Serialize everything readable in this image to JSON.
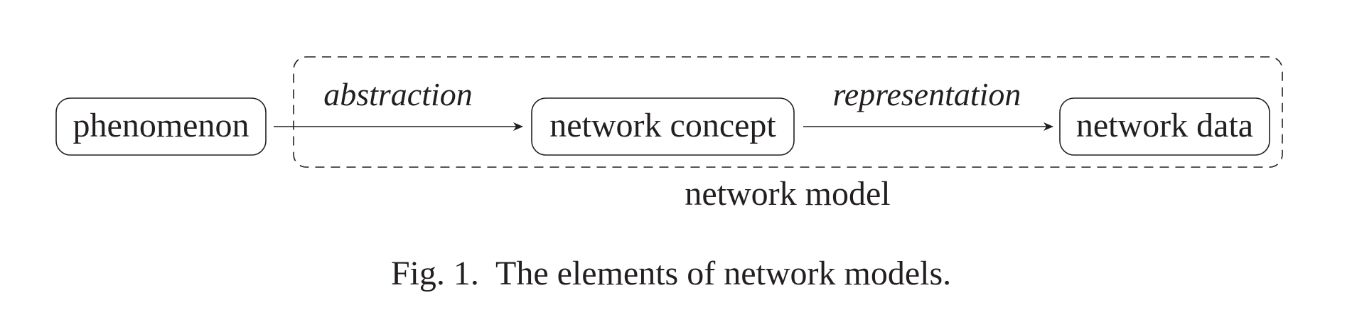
{
  "nodes": {
    "phenomenon": "phenomenon",
    "network_concept": "network concept",
    "network_data": "network data"
  },
  "edges": {
    "abstraction": "abstraction",
    "representation": "representation"
  },
  "group": {
    "label": "network model"
  },
  "caption": {
    "text": "Fig. 1.  The elements of network models."
  },
  "colors": {
    "ink": "#231f20",
    "background": "#ffffff"
  }
}
